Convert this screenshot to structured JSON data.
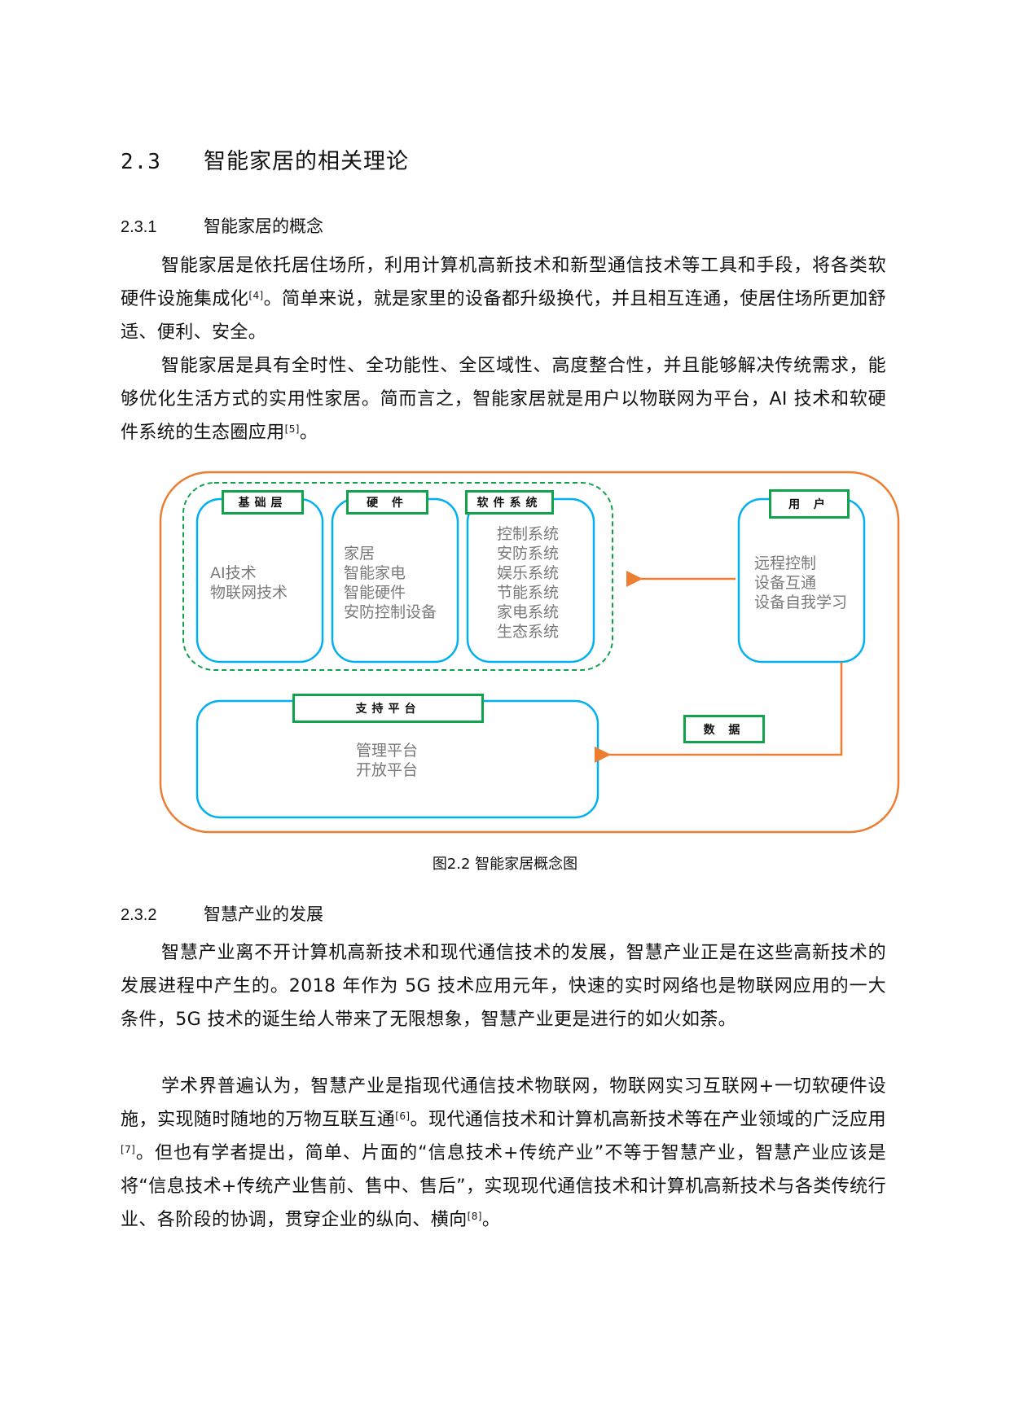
{
  "section": {
    "number": "2.3",
    "title": "智能家居的相关理论"
  },
  "subsection_1": {
    "number": "2.3.1",
    "title": "智能家居的概念",
    "paragraphs": [
      {
        "text_a": "智能家居是依托居住场所，利用计算机高新技术和新型通信技术等工具和手段，将各类软硬件设施集成化",
        "ref": "[4]",
        "text_b": "。简单来说，就是家里的设备都升级换代，并且相互连通，使居住场所更加舒适、便利、安全。"
      },
      {
        "text_a": "智能家居是具有全时性、全功能性、全区域性、高度整合性，并且能够解决传统需求，能够优化生活方式的实用性家居。简而言之，智能家居就是用户以物联网为平台，AI 技术和软硬件系统的生态圈应用",
        "ref": "[5]",
        "text_b": "。"
      }
    ]
  },
  "figure": {
    "caption": "图2.2 智能家居概念图",
    "colors": {
      "outer_border": "#ed7d31",
      "group_dashed": "#11a34b",
      "box_border": "#00b0f0",
      "label_border": "#11a34b",
      "arrow": "#ed7d31",
      "body_text": "#7a7a7a"
    },
    "boxes": [
      {
        "label": "基础层",
        "items": "AI技术\n物联网技术"
      },
      {
        "label": "硬 件",
        "items": "家居\n智能家电\n智能硬件\n安防控制设备"
      },
      {
        "label": "软件系统",
        "items": "控制系统\n安防系统\n娱乐系统\n节能系统\n家电系统\n生态系统"
      },
      {
        "label": "用 户",
        "items": "远程控制\n设备互通\n设备自我学习"
      },
      {
        "label": "支持平台",
        "items": "管理平台\n开放平台"
      }
    ],
    "data_label": "数 据"
  },
  "subsection_2": {
    "number": "2.3.2",
    "title": "智慧产业的发展",
    "paragraphs": [
      {
        "text_a": "智慧产业离不开计算机高新技术和现代通信技术的发展，智慧产业正是在这些高新技术的发展进程中产生的。2018 年作为 5G 技术应用元年，快速的实时网络也是物联网应用的一大条件，5G 技术的诞生给人带来了无限想象，智慧产业更是进行的如火如荼。",
        "ref": "",
        "text_b": ""
      },
      {
        "text_a": "学术界普遍认为，智慧产业是指现代通信技术物联网，物联网实习互联网+一切软硬件设施，实现随时随地的万物互联互通",
        "ref": "[6]",
        "text_b": "。现代通信技术和计算机高新技术等在产业领域的广泛应用",
        "ref2": "[7]",
        "text_c": "。但也有学者提出，简单、片面的“信息技术+传统产业”不等于智慧产业，智慧产业应该是将“信息技术+传统产业售前、售中、售后”，实现现代通信技术和计算机高新技术与各类传统行业、各阶段的协调，贯穿企业的纵向、横向",
        "ref3": "[8]",
        "text_d": "。"
      }
    ]
  }
}
